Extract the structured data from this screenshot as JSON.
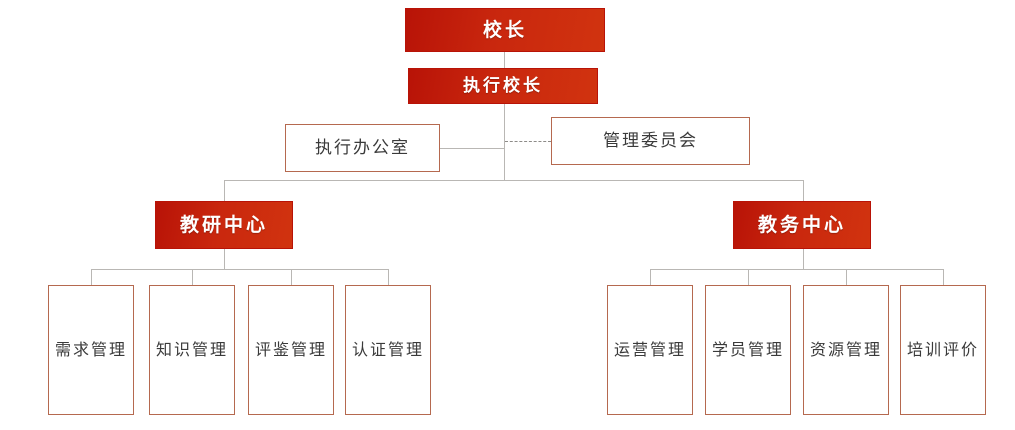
{
  "diagram": {
    "type": "org-chart",
    "title_text_present": false,
    "colors": {
      "fill_red": "#C4210E",
      "fill_red_dark": "#B81307",
      "fill_red_light": "#D1330F",
      "outline_border": "#B5694F",
      "connector_solid": "#b9b7b4",
      "connector_dashed": "#8d8b88",
      "text_on_red": "#FFFFFF",
      "text_on_white": "#3A3A3A",
      "background": "#FFFFFF"
    },
    "levels": {
      "level1": {
        "label": "校长"
      },
      "level2": {
        "label": "执行校长"
      },
      "level3": {
        "left": {
          "label": "执行办公室"
        },
        "right": {
          "label": "管理委员会"
        },
        "link_style_left": "solid",
        "link_style_right": "dashed"
      },
      "level4": {
        "left": {
          "label": "教研中心"
        },
        "right": {
          "label": "教务中心"
        }
      },
      "level5": {
        "left_group": [
          {
            "label": "需求管理"
          },
          {
            "label": "知识管理"
          },
          {
            "label": "评鉴管理"
          },
          {
            "label": "认证管理"
          }
        ],
        "right_group": [
          {
            "label": "运营管理"
          },
          {
            "label": "学员管理"
          },
          {
            "label": "资源管理"
          },
          {
            "label": "培训评价"
          }
        ]
      }
    }
  }
}
